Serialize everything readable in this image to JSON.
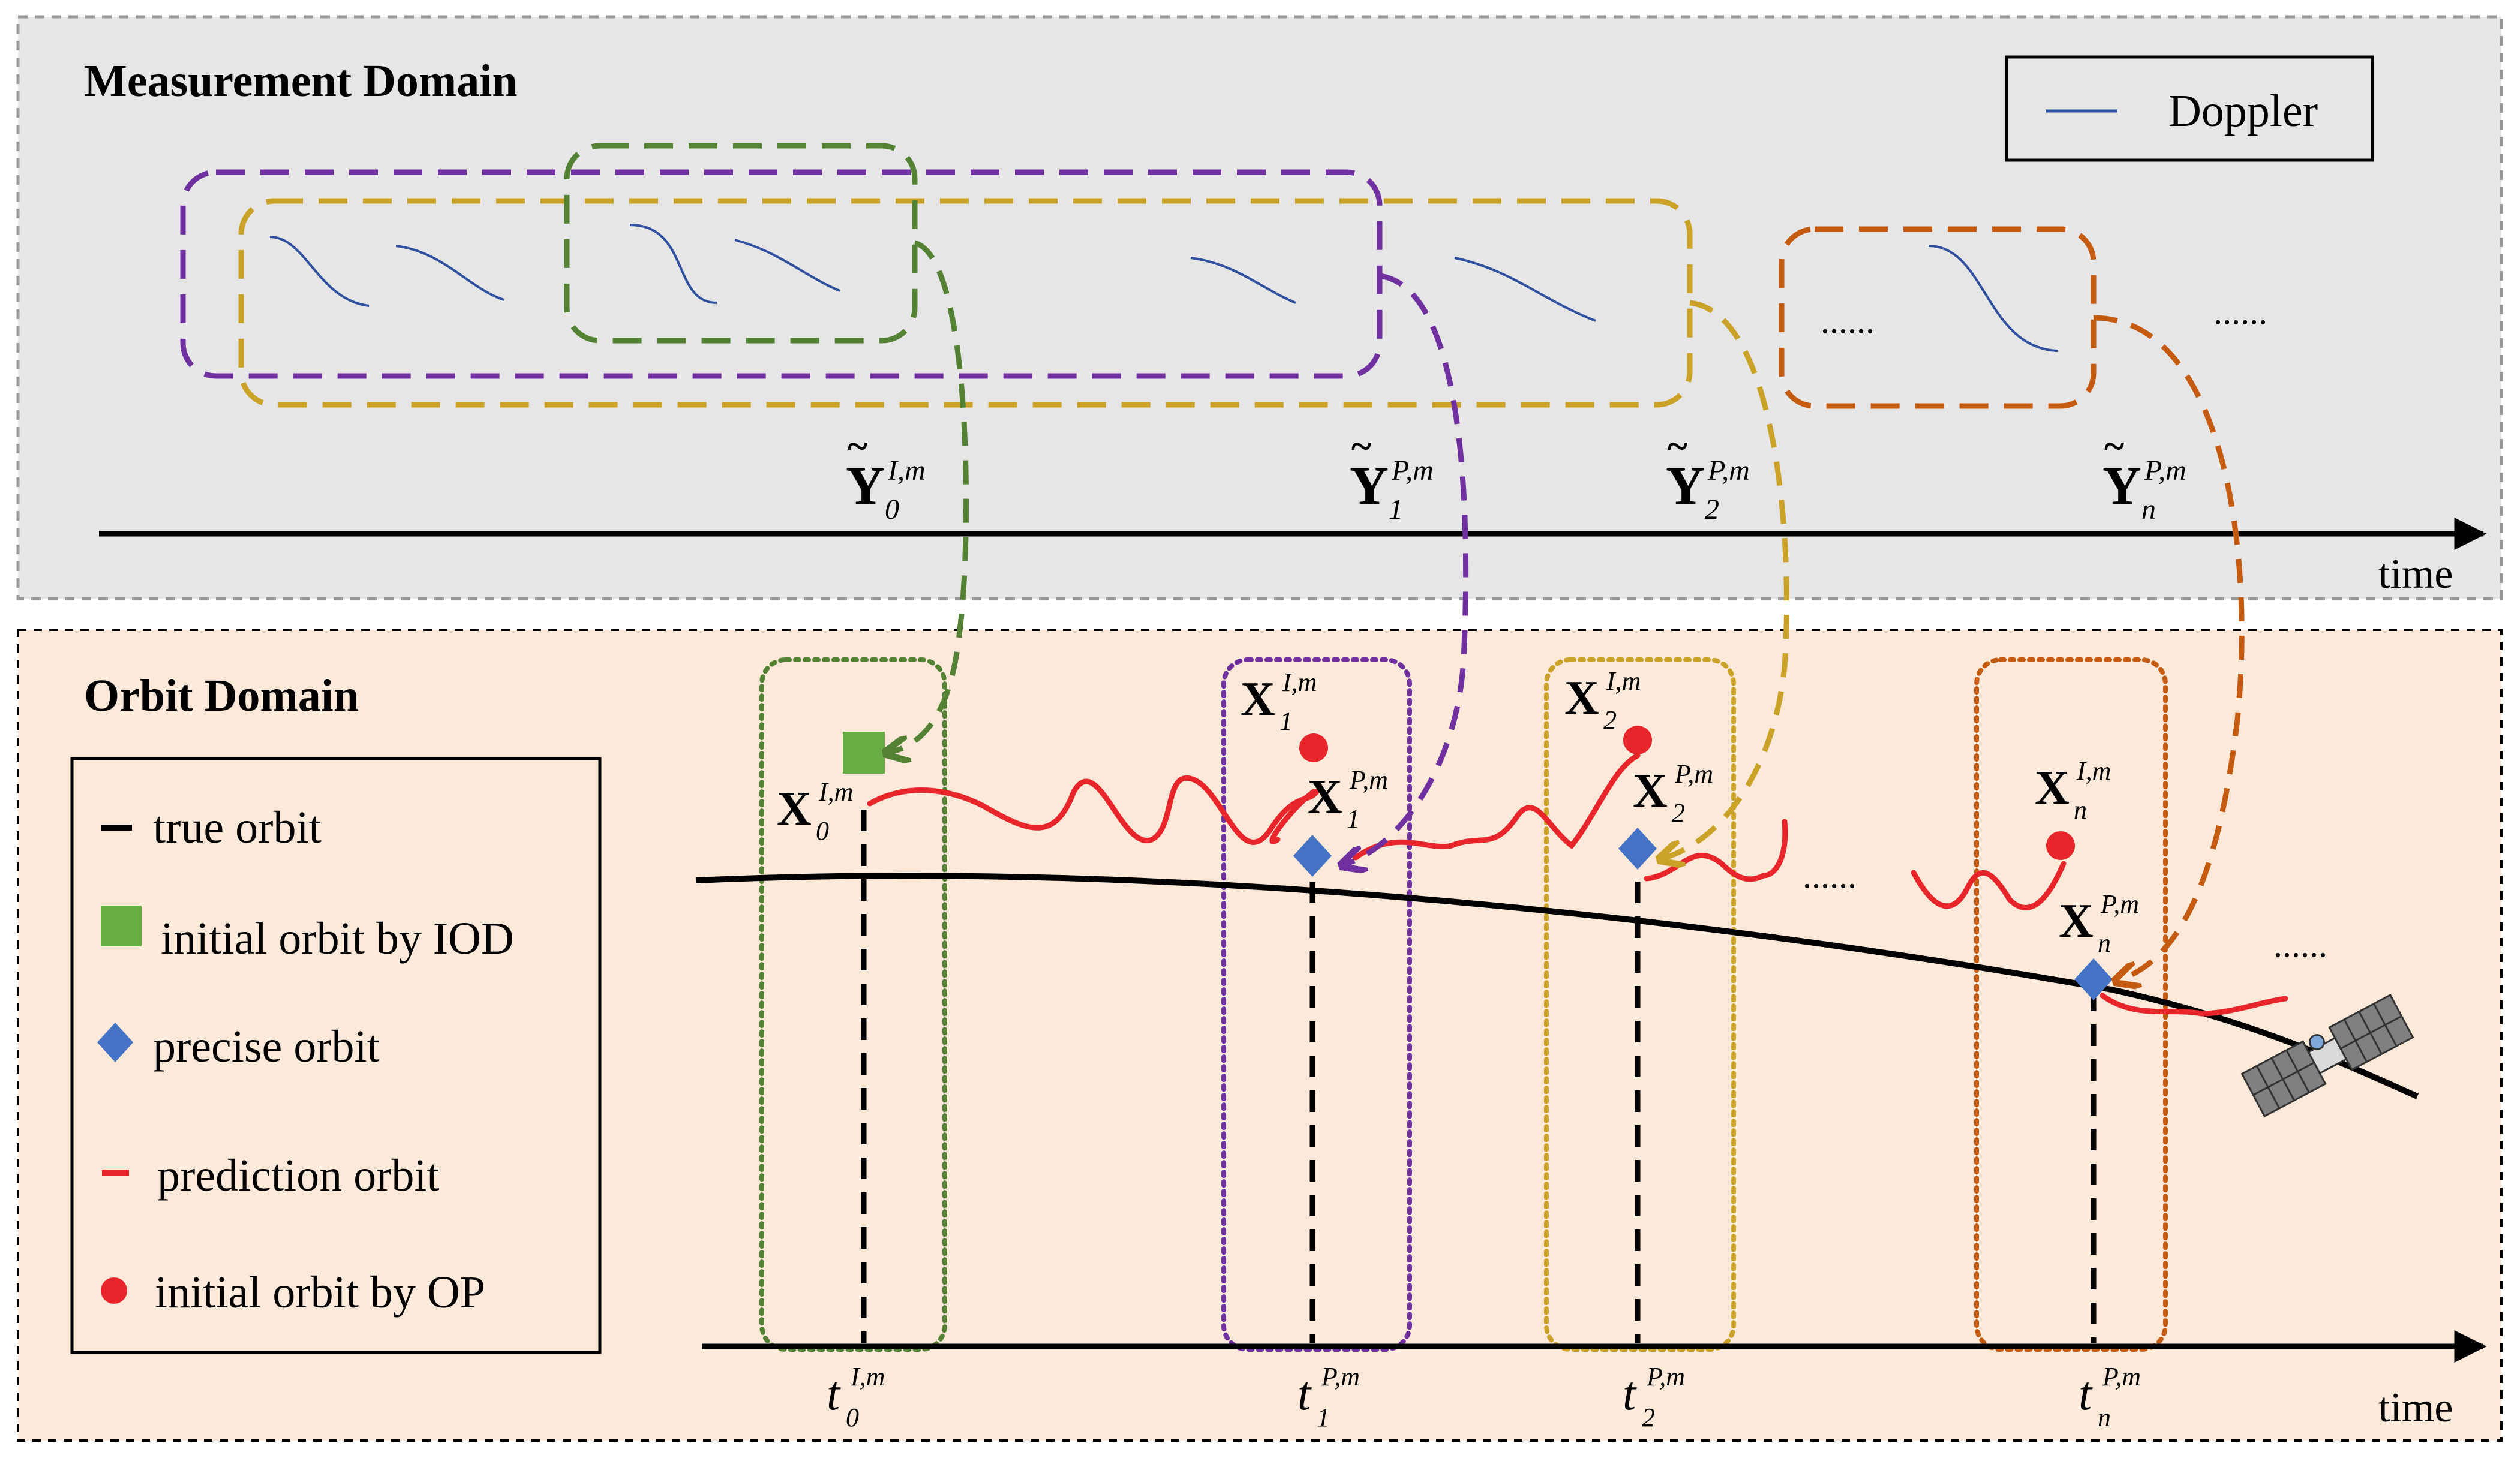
{
  "measurement_domain": {
    "title": "Measurement Domain",
    "legend_label": "Doppler",
    "ellipsis_1": "......",
    "ellipsis_2": "......",
    "time_label": "time",
    "observations": [
      {
        "symbol": "Y",
        "sub": "0",
        "sup": "I,m"
      },
      {
        "symbol": "Y",
        "sub": "1",
        "sup": "P,m"
      },
      {
        "symbol": "Y",
        "sub": "2",
        "sup": "P,m"
      },
      {
        "symbol": "Y",
        "sub": "n",
        "sup": "P,m"
      }
    ]
  },
  "orbit_domain": {
    "title": "Orbit Domain",
    "time_label": "time",
    "ellipsis_1": "......",
    "ellipsis_2": "......",
    "legend": [
      {
        "label": "true orbit",
        "icon": "black-line-icon",
        "color": "#000000"
      },
      {
        "label": "initial orbit by IOD",
        "icon": "green-square-icon",
        "color": "#6aad45"
      },
      {
        "label": "precise orbit",
        "icon": "blue-diamond-icon",
        "color": "#4472c4"
      },
      {
        "label": "prediction orbit",
        "icon": "red-line-icon",
        "color": "#e8252b"
      },
      {
        "label": "initial orbit by OP",
        "icon": "red-dot-icon",
        "color": "#e8252b"
      }
    ],
    "state_labels": [
      {
        "symbol": "X",
        "sub": "0",
        "sup": "I,m"
      },
      {
        "symbol": "X",
        "sub": "1",
        "sup": "I,m"
      },
      {
        "symbol": "X",
        "sub": "1",
        "sup": "P,m"
      },
      {
        "symbol": "X",
        "sub": "2",
        "sup": "I,m"
      },
      {
        "symbol": "X",
        "sub": "2",
        "sup": "P,m"
      },
      {
        "symbol": "X",
        "sub": "n",
        "sup": "I,m"
      },
      {
        "symbol": "X",
        "sub": "n",
        "sup": "P,m"
      }
    ],
    "time_labels": [
      {
        "symbol": "t",
        "sub": "0",
        "sup": "I,m"
      },
      {
        "symbol": "t",
        "sub": "1",
        "sup": "P,m"
      },
      {
        "symbol": "t",
        "sub": "2",
        "sup": "P,m"
      },
      {
        "symbol": "t",
        "sub": "n",
        "sup": "P,m"
      }
    ]
  },
  "colors": {
    "green": "#548235",
    "purple": "#7030a0",
    "gold": "#c9a227",
    "orange": "#c55a11",
    "doppler": "#2f4f9f",
    "red": "#e8252b",
    "blue": "#4472c4",
    "iod_green": "#6aad45",
    "measurement_bg": "#e6e6e6",
    "orbit_bg": "#fce9d9"
  }
}
